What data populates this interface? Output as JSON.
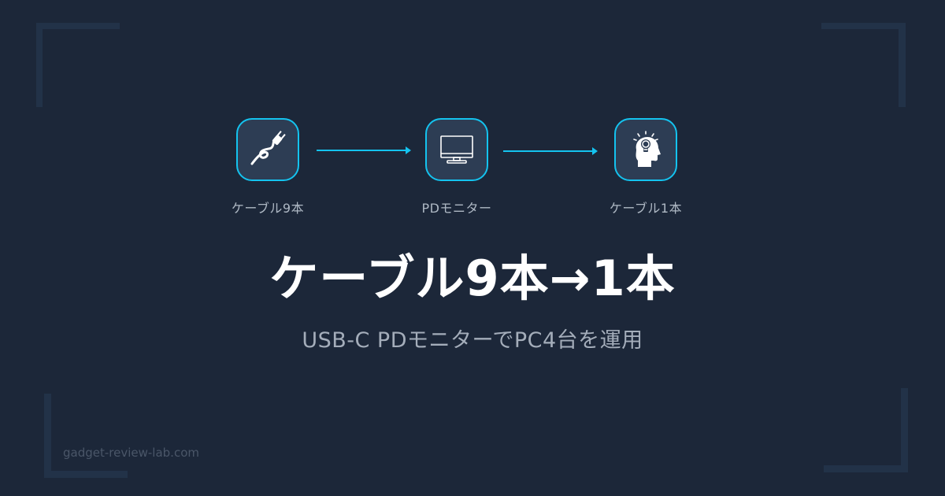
{
  "colors": {
    "background": "#1c2739",
    "accent": "#14c3ef",
    "box_fill": "#2d3d54",
    "bracket": "#223248",
    "headline": "#ffffff",
    "subtitle": "#a4adba",
    "label": "#aeb8c4",
    "site": "#4a5668"
  },
  "flow": {
    "steps": [
      {
        "icon": "power-plug-cable-icon",
        "label": "ケーブル9本"
      },
      {
        "icon": "monitor-icon",
        "label": "PDモニター"
      },
      {
        "icon": "head-lightbulb-icon",
        "label": "ケーブル1本"
      }
    ],
    "arrows": [
      "arrow-right",
      "arrow-right"
    ]
  },
  "headline": "ケーブル9本→1本",
  "subtitle": "USB-C PDモニターでPC4台を運用",
  "site": "gadget-review-lab.com"
}
